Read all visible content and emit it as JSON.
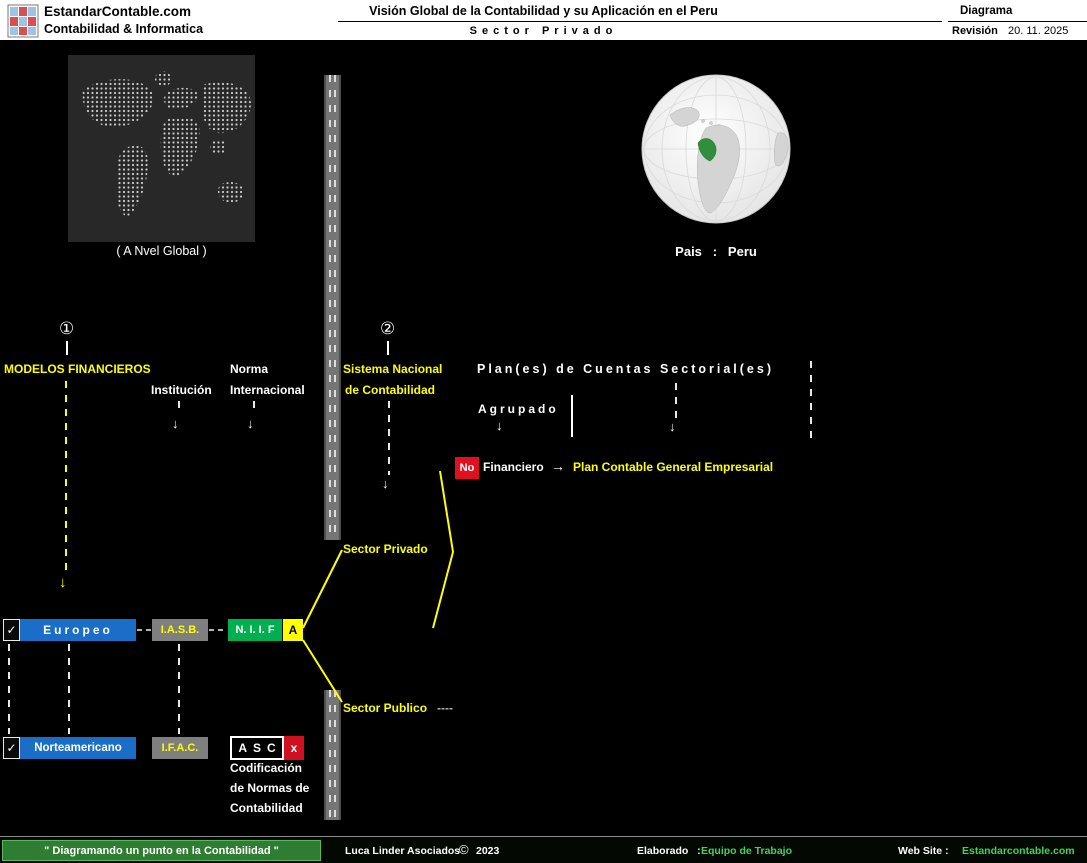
{
  "header": {
    "site": "EstandarContable.com",
    "tagline": "Contabilidad & Informatica",
    "title": "Visión Global de la Contabilidad y su Aplicación en el Peru",
    "subtitle": "Sector Privado",
    "doc_type": "Diagrama",
    "revision_label": "Revisión",
    "revision_date": "20. 11. 2025"
  },
  "map": {
    "caption": "( A Nvel Global )"
  },
  "globe": {
    "caption": "Pais   :   Peru"
  },
  "markers": {
    "one": "①",
    "two": "②"
  },
  "cols": {
    "modelos": "MODELOS FINANCIEROS",
    "institucion": "Institución",
    "norma1": "Norma",
    "norma2": "Internacional",
    "sistema1": "Sistema Nacional",
    "sistema2": "de Contabilidad",
    "plan": "Plan(es) de Cuentas Sectorial(es)",
    "agrupado": "Agrupado"
  },
  "nf": {
    "badge": "No",
    "label": "Financiero",
    "arrow": "→",
    "result": "Plan Contable General Empresarial"
  },
  "sectors": {
    "privado": "Sector Privado",
    "publico": "Sector Publico",
    "dashes": "----"
  },
  "boxes": {
    "europeo": "Europeo",
    "iasb": "I.A.S.B.",
    "niif": "N. I. I. F",
    "niif_a": "A",
    "norteamericano": "Norteamericano",
    "ifac": "I.F.A.C.",
    "asc": "ASC",
    "asc_x": "x",
    "cod1": "Codificación",
    "cod2": "de Normas de",
    "cod3": "Contabilidad"
  },
  "glyphs": {
    "check": "✓",
    "arrow_down": "↓"
  },
  "footer": {
    "quote": "\" Diagramando un punto en la Contabilidad \"",
    "company": "Luca Linder Asociados",
    "copyright": "©",
    "year": "2023",
    "elaborado_label": "Elaborado   :",
    "elaborado_value": "Equipo de Trabajo",
    "website_label": "Web Site :",
    "website_value": "Estandarcontable.com"
  },
  "colors": {
    "yellow": "#FFFF00",
    "blue_box": "#1B6EC8",
    "green_box": "#00B050",
    "gray_box": "#7F7F7F",
    "red_badge": "#E01020",
    "peru_green": "#2F8F3C",
    "footer_quote_green": "#2E7D32",
    "footer_text_green": "#3FD45C"
  }
}
